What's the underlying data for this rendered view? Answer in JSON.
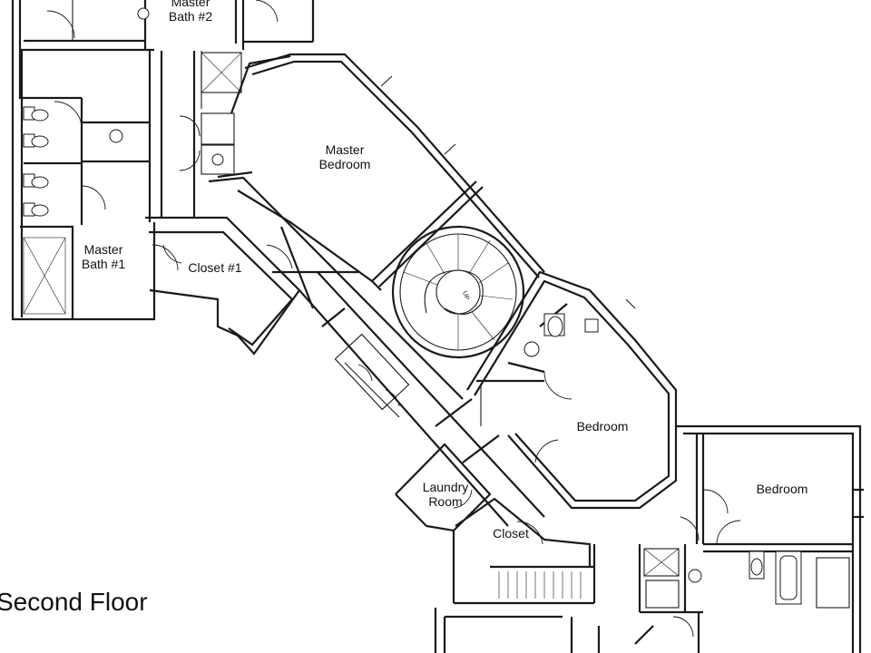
{
  "floor_title": "Second Floor",
  "rooms": {
    "master_bath_2": [
      "Master",
      "Bath #2"
    ],
    "master_bedroom": [
      "Master",
      "Bedroom"
    ],
    "master_bath_1": [
      "Master",
      "Bath #1"
    ],
    "closet_1": "Closet #1",
    "bedroom_center": "Bedroom",
    "bedroom_east": "Bedroom",
    "laundry_room": [
      "Laundry",
      "Room"
    ],
    "closet": "Closet"
  },
  "stair_note": "UP",
  "colors": {
    "line": "#1a1a1a",
    "background": "#ffffff"
  }
}
